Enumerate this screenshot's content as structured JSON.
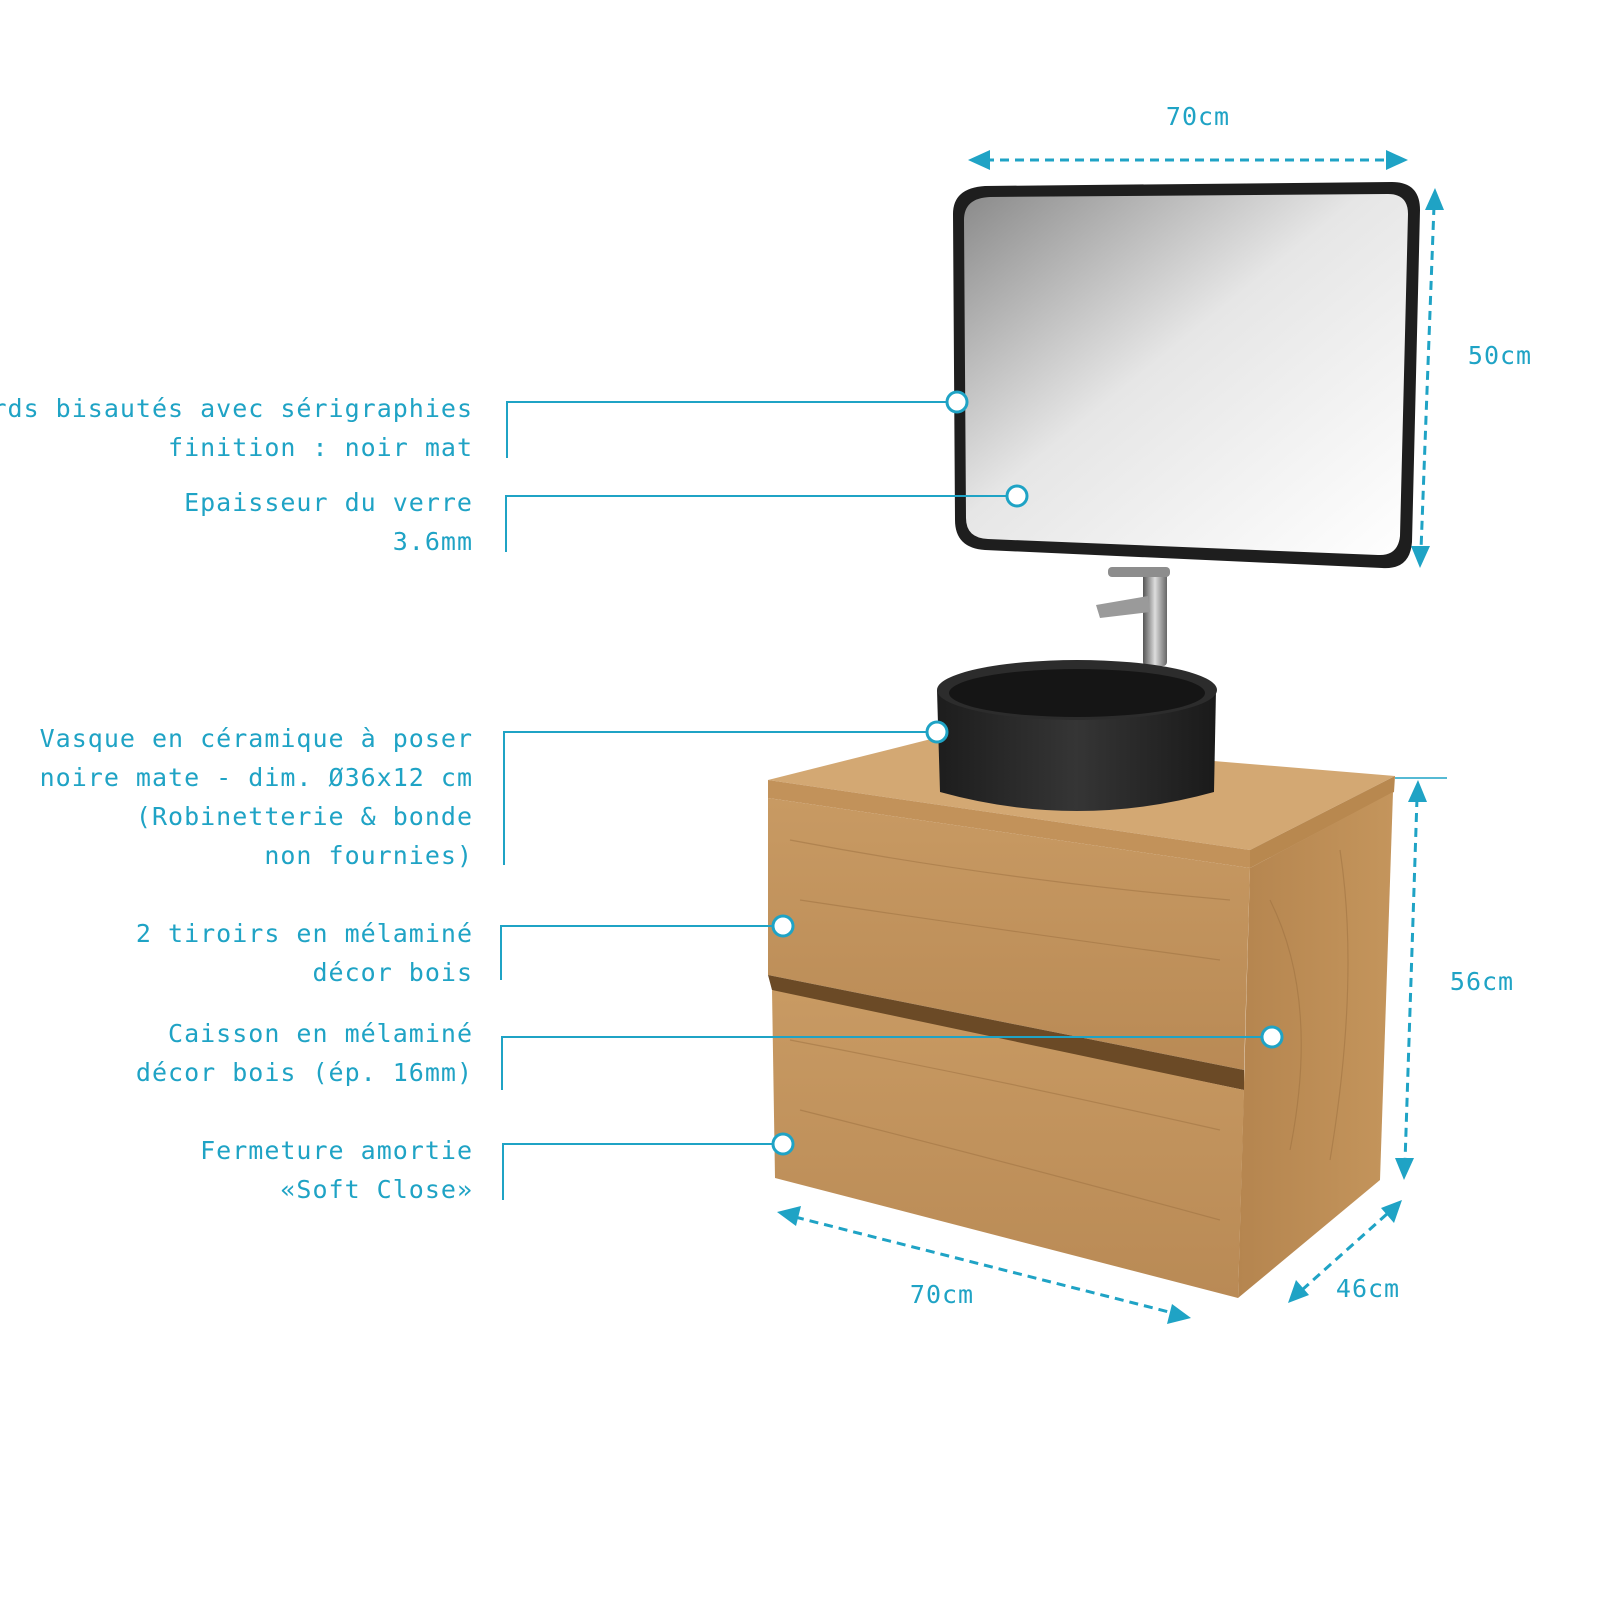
{
  "title": "Meuble de salle de bain avec miroir - caractéristiques",
  "colors": {
    "accent": "#1fa3c5",
    "wood": "#c79a62",
    "basin": "#2a2a2a",
    "frame": "#1e1e1e"
  },
  "callouts": [
    {
      "lines": [
        "Bords bisautés avec sérigraphies",
        "finition : noir mat"
      ]
    },
    {
      "lines": [
        "Epaisseur du verre",
        "3.6mm"
      ]
    },
    {
      "lines": [
        "Vasque en céramique à poser",
        "noire mate - dim. Ø36x12 cm",
        "(Robinetterie & bonde",
        "non fournies)"
      ]
    },
    {
      "lines": [
        "2 tiroirs en mélaminé",
        "décor bois"
      ]
    },
    {
      "lines": [
        "Caisson en mélaminé",
        "décor bois (ép. 16mm)"
      ]
    },
    {
      "lines": [
        "Fermeture amortie",
        "«Soft Close»"
      ]
    }
  ],
  "dimensions": {
    "mirror_width": "70cm",
    "mirror_height": "50cm",
    "cabinet_height": "56cm",
    "cabinet_width": "70cm",
    "cabinet_depth": "46cm"
  }
}
